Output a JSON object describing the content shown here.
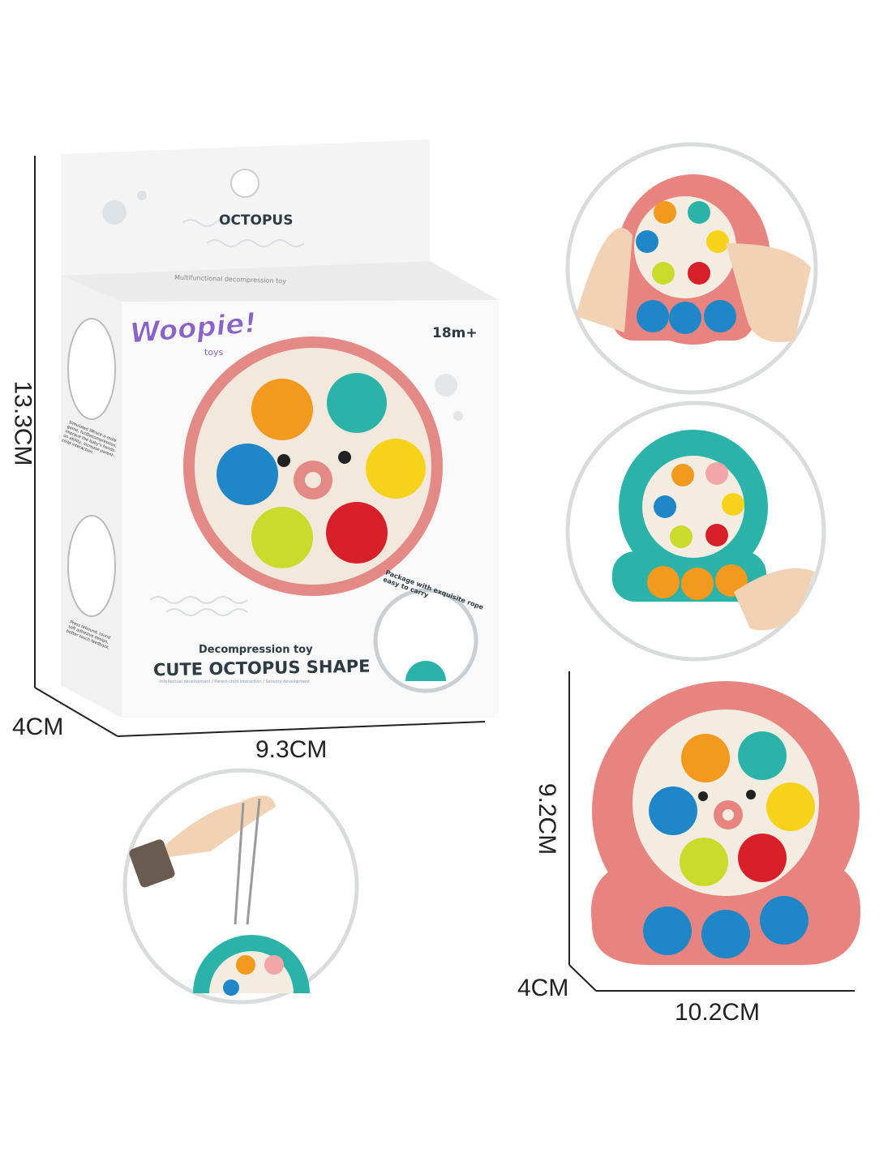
{
  "box": {
    "top_label": "OCTOPUS",
    "top_subtitle": "Multifunctional decompression toy",
    "brand": "Woopie!",
    "brand_sub": "toys",
    "age": "18m+",
    "subtitle": "Decompression toy",
    "title": "CUTE OCTOPUS SHAPE",
    "tagline": "Intellectual development / Parent-child interaction / Sensory development",
    "badge_text": "Package with exquisite rope easy to carry",
    "side_text_1": "Simulated Whack-a-mole game, funDecompression, improve the baby's hands-on ability, increase parent-child interaction.",
    "side_text_2": "Press rebound, round soft adhesive design, better touch feedback."
  },
  "dimensions": {
    "box_height": "13.3CM",
    "box_depth": "4CM",
    "box_width": "9.3CM",
    "toy_height": "9.2CM",
    "toy_depth": "4CM",
    "toy_width": "10.2CM"
  },
  "colors": {
    "pink": "#e8847f",
    "teal": "#2bb3aa",
    "cream": "#f3ece0",
    "orange": "#f39a1e",
    "blue": "#1f86c8",
    "yellow": "#f7d21b",
    "lime": "#c9dc2c",
    "red": "#d8202a"
  }
}
